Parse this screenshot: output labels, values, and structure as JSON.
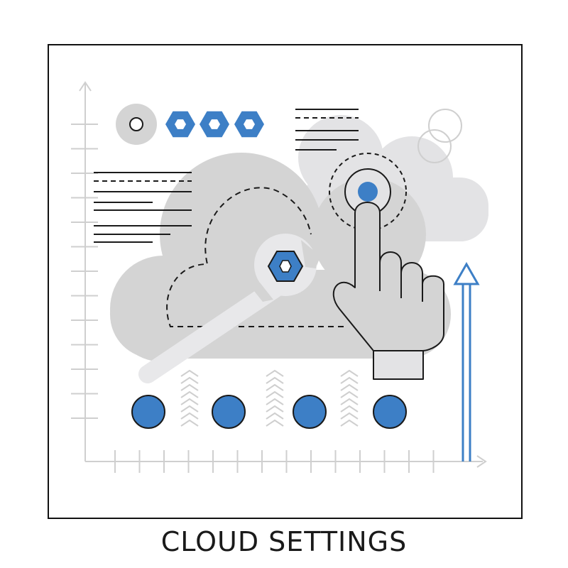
{
  "caption": "CLOUD SETTINGS",
  "colors": {
    "accent_blue": "#3d7fc6",
    "cloud_gray": "#d4d4d4",
    "cloud_light": "#e3e3e5",
    "axis_gray": "#cfcfcf",
    "line_dark": "#1a1a1a",
    "frame": "#111111"
  },
  "icons": [
    "frame",
    "axes",
    "back-cloud",
    "front-cloud",
    "dashed-cloud-outline",
    "toggle-dial-icon",
    "hexagon-icon",
    "text-lines-icon",
    "overlapping-circles-icon",
    "touch-target-icon",
    "pointing-hand-icon",
    "wrench-icon",
    "hex-nut-icon",
    "chevron-up-icon",
    "status-dot-icon",
    "up-arrow-icon"
  ]
}
